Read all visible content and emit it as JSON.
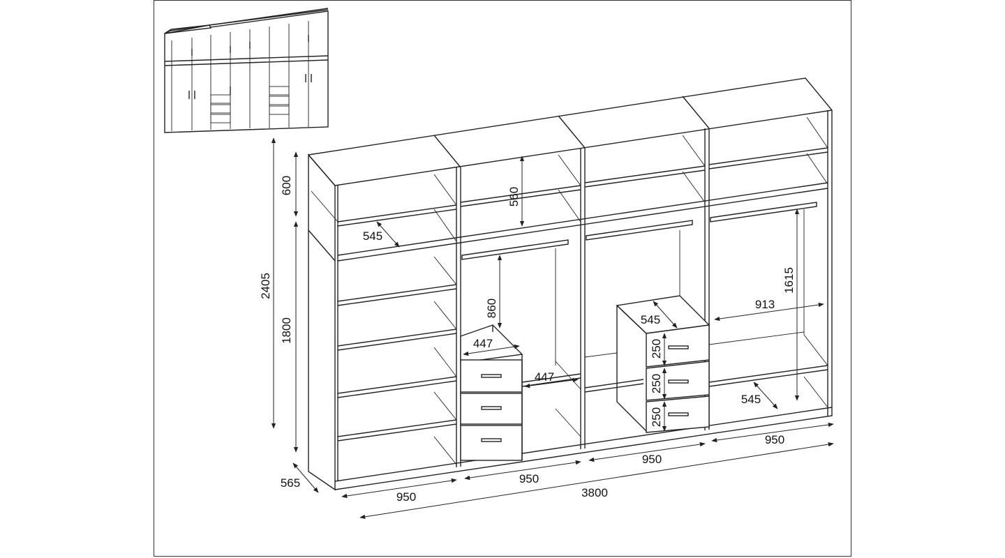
{
  "dimensions": {
    "total_height": "2405",
    "upper_height": "600",
    "lower_height": "1800",
    "depth": "565",
    "total_width": "3800",
    "module_width_1": "950",
    "module_width_2": "950",
    "module_width_3": "950",
    "module_width_4": "950",
    "top_shelf_depth": "545",
    "top_compartment_height": "560",
    "hanging_height_left": "860",
    "drawer_width_left": "447",
    "shelf_width_middle": "447",
    "drawer_depth_right": "545",
    "drawer_height_1": "250",
    "drawer_height_2": "250",
    "drawer_height_3": "250",
    "hanging_height_right": "1615",
    "inner_width_right": "913",
    "bottom_shelf_depth_right": "545"
  }
}
